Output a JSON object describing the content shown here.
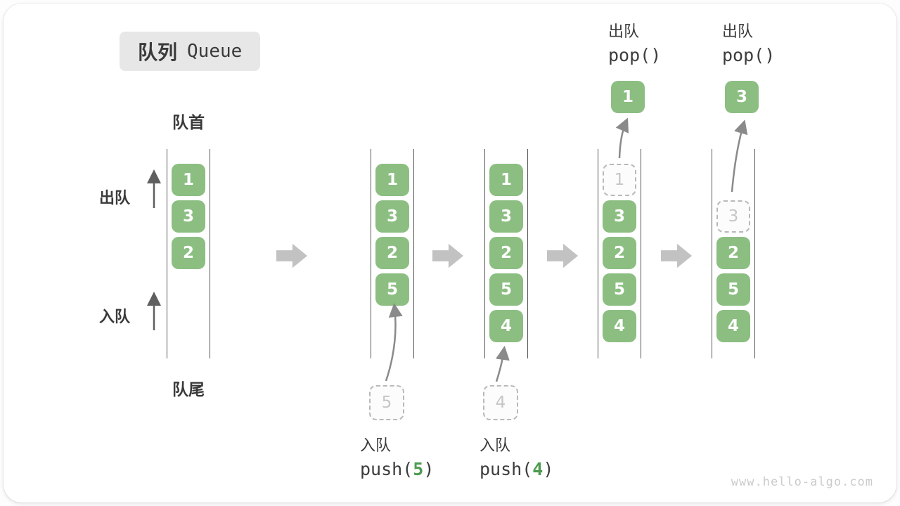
{
  "title": {
    "cn": "队列",
    "en": "Queue"
  },
  "watermark": "www.hello-algo.com",
  "side_labels": {
    "front": "队首",
    "rear": "队尾",
    "dequeue": "出队",
    "enqueue": "入队"
  },
  "colors": {
    "box_green": "#8cbe82",
    "accent_green": "#4d9b50",
    "arrow_gray": "#c2c2c2",
    "ghost_border": "#b9b9b9",
    "text_dark": "#3a3a3a"
  },
  "diagram": {
    "type": "queue-operation-states",
    "states": [
      {
        "queue": [
          "1",
          "3",
          "2"
        ]
      },
      {
        "queue": [
          "1",
          "3",
          "2",
          "5"
        ],
        "incoming": "5",
        "op": {
          "label": "入队",
          "fn": "push(",
          "arg": "5",
          "close": ")"
        }
      },
      {
        "queue": [
          "1",
          "3",
          "2",
          "5",
          "4"
        ],
        "incoming": "4",
        "op": {
          "label": "入队",
          "fn": "push(",
          "arg": "4",
          "close": ")"
        }
      },
      {
        "queue": [
          "3",
          "2",
          "5",
          "4"
        ],
        "ghost": "1",
        "popped": "1",
        "op": {
          "label": "出队",
          "fn": "pop()"
        }
      },
      {
        "queue": [
          "2",
          "5",
          "4"
        ],
        "ghost": "3",
        "popped": "3",
        "op": {
          "label": "出队",
          "fn": "pop()"
        }
      }
    ]
  }
}
